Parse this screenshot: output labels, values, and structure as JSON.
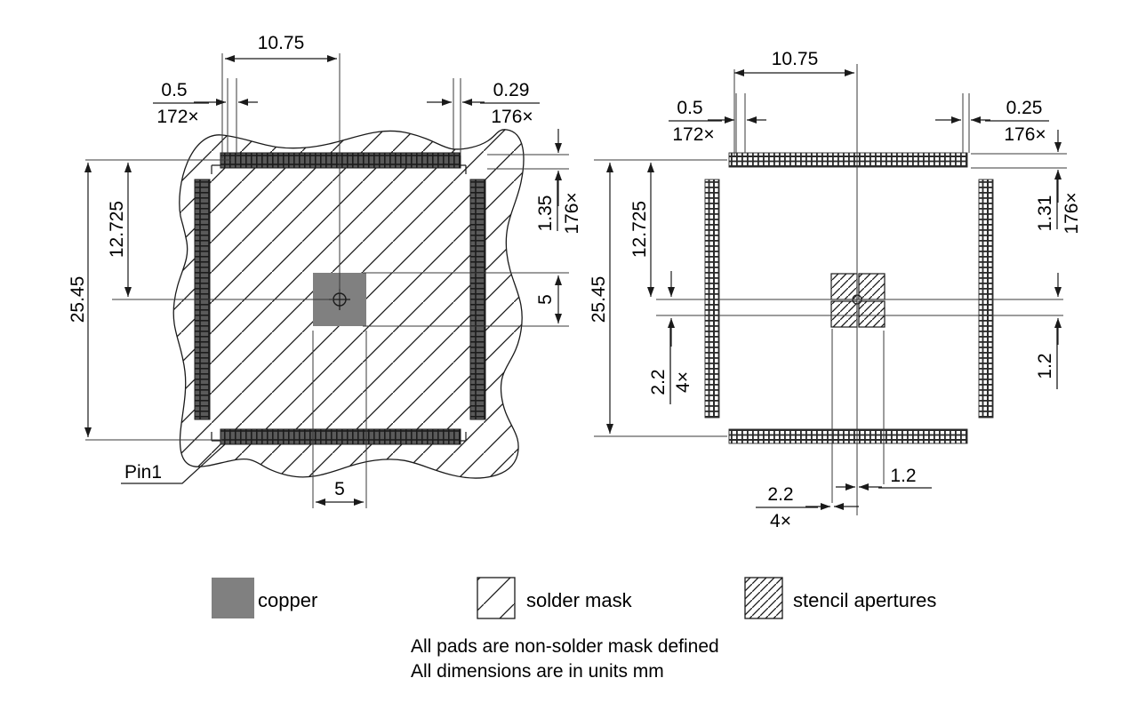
{
  "drawing": {
    "title_visible": false,
    "units_note": "All dimensions are in units mm",
    "pads_note": "All pads are non-solder mask defined",
    "colors": {
      "copper": "#808080",
      "line": "#1a1a1a",
      "pad_dark": "#4d4d4d",
      "background": "#ffffff"
    }
  },
  "left_view": {
    "name": "copper-and-solder-mask-view",
    "pin1_label": "Pin1",
    "dimensions": {
      "top_pitch_value": "0.5",
      "top_pitch_count": "172×",
      "top_span": "10.75",
      "top_pad_width_value": "0.29",
      "top_pad_width_count": "176×",
      "height_overall": "25.45",
      "height_inner": "12.725",
      "right_pad_len_value": "1.35",
      "right_pad_len_count": "176×",
      "center_pad_size_vert": "5",
      "center_pad_size_horiz": "5"
    }
  },
  "right_view": {
    "name": "stencil-aperture-view",
    "dimensions": {
      "top_pitch_value": "0.5",
      "top_pitch_count": "172×",
      "top_span": "10.75",
      "top_aperture_width_value": "0.25",
      "top_aperture_width_count": "176×",
      "height_overall": "25.45",
      "height_inner": "12.725",
      "right_aperture_len_value": "1.31",
      "right_aperture_len_count": "176×",
      "center_group_vert": "2.2",
      "center_group_vert_count": "4×",
      "center_aperture_vert": "1.2",
      "center_group_horiz": "2.2",
      "center_group_horiz_count": "4×",
      "center_aperture_horiz": "1.2"
    }
  },
  "legend": {
    "items": [
      {
        "key": "copper",
        "label": "copper",
        "swatch": "solid-gray"
      },
      {
        "key": "solder_mask",
        "label": "solder mask",
        "swatch": "sparse-hatch"
      },
      {
        "key": "stencil_apertures",
        "label": "stencil apertures",
        "swatch": "dense-hatch"
      }
    ]
  },
  "notes": [
    "All pads are non-solder mask defined",
    "All dimensions are in units mm"
  ]
}
